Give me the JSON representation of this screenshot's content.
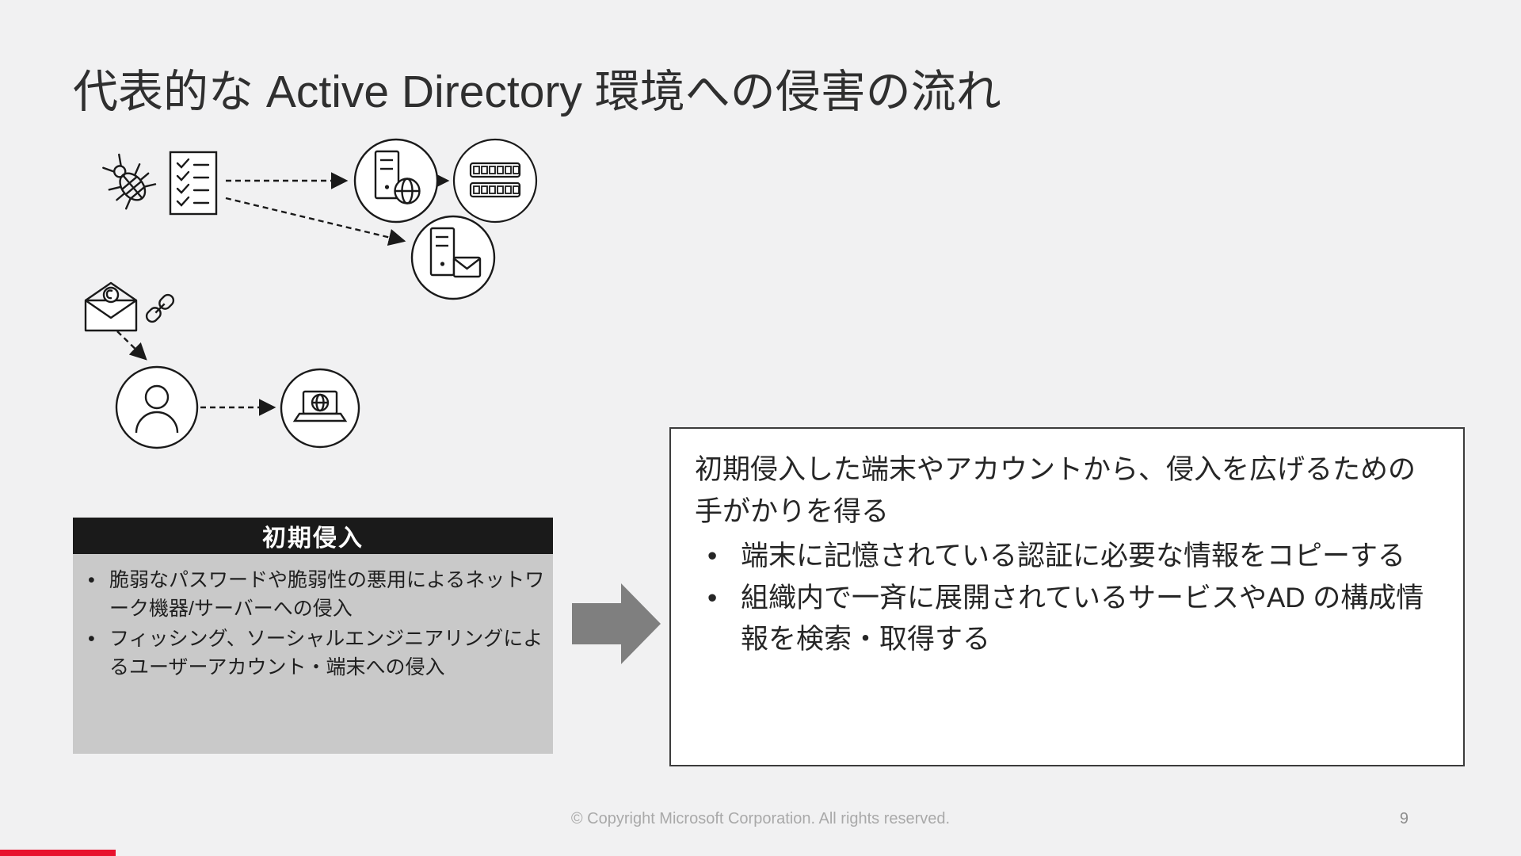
{
  "slide": {
    "title": "代表的な Active Directory 環境への侵害の流れ",
    "footer": "© Copyright Microsoft Corporation. All rights reserved.",
    "page_number": "9"
  },
  "initial_box": {
    "header": "初期侵入",
    "bullets": [
      "脆弱なパスワードや脆弱性の悪用によるネットワーク機器/サーバーへの侵入",
      "フィッシング、ソーシャルエンジニアリングによるユーザーアカウント・端末への侵入"
    ]
  },
  "detail_box": {
    "intro": "初期侵入した端末やアカウントから、侵入を広げるための手がかりを得る",
    "bullets": [
      "端末に記憶されている認証に必要な情報をコピーする",
      "組織内で一斉に展開されているサービスやAD の構成情報を検索・取得する"
    ]
  },
  "diagram": {
    "icons": [
      "bug-icon",
      "checklist-icon",
      "server-globe-icon",
      "password-icon",
      "server-mail-icon",
      "phishing-email-icon",
      "link-icon",
      "user-icon",
      "laptop-icon"
    ]
  },
  "colors": {
    "background": "#f1f1f2",
    "accent_red": "#e8112d",
    "header_bg": "#1a1a1a",
    "gray_panel_bg": "#c9c9c9",
    "flow_arrow": "#7f7f7f",
    "ink": "#1a1a1a"
  }
}
